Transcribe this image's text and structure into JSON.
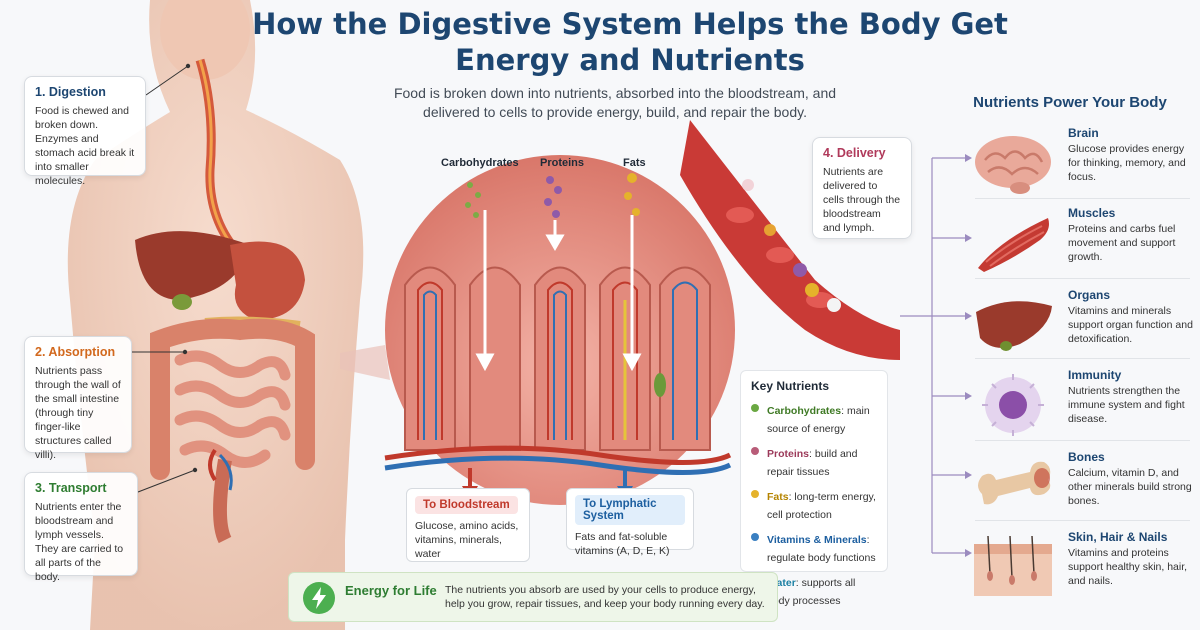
{
  "title": "How the Digestive System Helps the Body Get Energy and Nutrients",
  "subtitle": "Food is broken down into nutrients, absorbed into the bloodstream, and delivered to cells to provide energy, build, and repair the body.",
  "steps": {
    "digestion": {
      "title": "1. Digestion",
      "text": "Food is chewed and broken down. Enzymes and stomach acid break it into smaller molecules."
    },
    "absorption": {
      "title": "2. Absorption",
      "text": "Nutrients pass through the wall of the small intestine (through tiny finger-like structures called villi)."
    },
    "transport": {
      "title": "3. Transport",
      "text": "Nutrients enter the bloodstream and lymph vessels. They are carried to all parts of the body."
    },
    "delivery": {
      "title": "4. Delivery",
      "text": "Nutrients are delivered to cells through the bloodstream and lymph."
    }
  },
  "nutrient_labels": {
    "carbohydrates": "Carbohydrates",
    "proteins": "Proteins",
    "fats": "Fats"
  },
  "destinations": {
    "blood": {
      "title": "To Bloodstream",
      "text": "Glucose, amino acids, vitamins, minerals, water"
    },
    "lymph": {
      "title": "To Lymphatic System",
      "text": "Fats and fat-soluble vitamins (A, D, E, K)"
    }
  },
  "key_nutrients": {
    "title": "Key Nutrients",
    "items": [
      {
        "name": "Carbohydrates",
        "desc": ": main source of energy",
        "color": "#6aa842"
      },
      {
        "name": "Proteins",
        "desc": ": build and repair tissues",
        "color": "#b85c78"
      },
      {
        "name": "Fats",
        "desc": ": long-term energy, cell protection",
        "color": "#e5b22b"
      },
      {
        "name": "Vitamins & Minerals",
        "desc": ": regulate body functions",
        "color": "#3a7fc1"
      },
      {
        "name": "Water",
        "desc": ": supports all body processes",
        "color": "#2a9fc4"
      }
    ]
  },
  "right_column": {
    "title": "Nutrients Power Your Body",
    "items": [
      {
        "name": "Brain",
        "desc": "Glucose provides energy for thinking, memory, and focus.",
        "icon": "brain-icon"
      },
      {
        "name": "Muscles",
        "desc": "Proteins and carbs fuel movement and support growth.",
        "icon": "muscle-icon"
      },
      {
        "name": "Organs",
        "desc": "Vitamins and minerals support organ function and detoxification.",
        "icon": "liver-icon"
      },
      {
        "name": "Immunity",
        "desc": "Nutrients strengthen the immune system and fight disease.",
        "icon": "immune-cell-icon"
      },
      {
        "name": "Bones",
        "desc": "Calcium, vitamin D, and other minerals build strong bones.",
        "icon": "bone-icon"
      },
      {
        "name": "Skin, Hair & Nails",
        "desc": "Vitamins and proteins support healthy skin, hair, and nails.",
        "icon": "skin-icon"
      }
    ]
  },
  "energy": {
    "title": "Energy for Life",
    "text": "The nutrients you absorb are used by your cells to produce energy, help you grow, repair tissues, and keep your body running every day.",
    "icon": "lightning-icon"
  },
  "colors": {
    "title": "#1d4671",
    "blood": "#c0392b",
    "lymph": "#1d5fa0",
    "energy": "#4caf50"
  }
}
